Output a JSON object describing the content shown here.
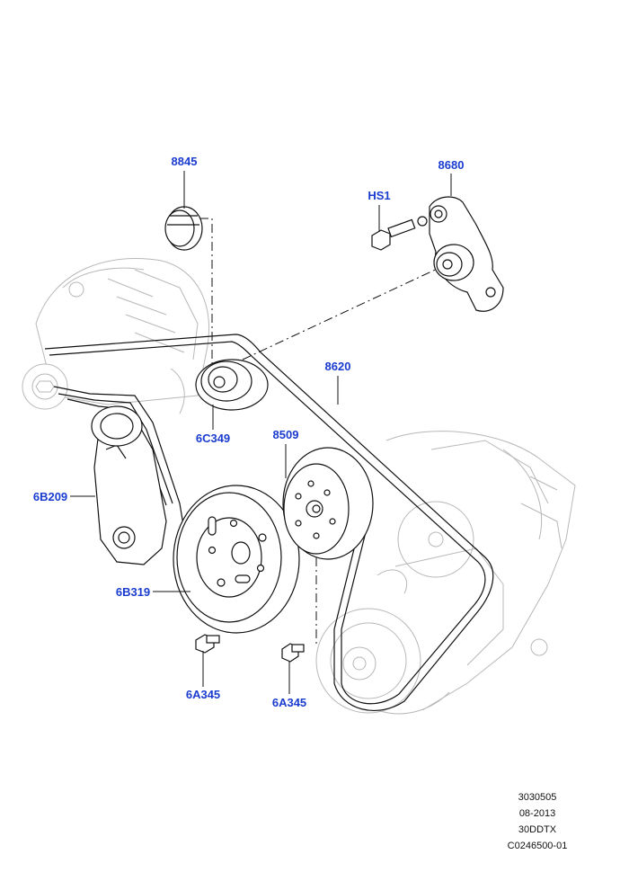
{
  "colors": {
    "label": "#1a3ccf",
    "line": "#111111",
    "ghost": "#b8b8b8"
  },
  "callouts": {
    "c8845": "8845",
    "c8680": "8680",
    "cHS1": "HS1",
    "c8620": "8620",
    "c6C349": "6C349",
    "c8509": "8509",
    "c6B209": "6B209",
    "c6B319": "6B319",
    "c6A345_left": "6A345",
    "c6A345_right": "6A345"
  },
  "reference": {
    "line1": "3030505",
    "line2": "08-2013",
    "line3": "30DDTX",
    "line4": "C0246500-01"
  }
}
